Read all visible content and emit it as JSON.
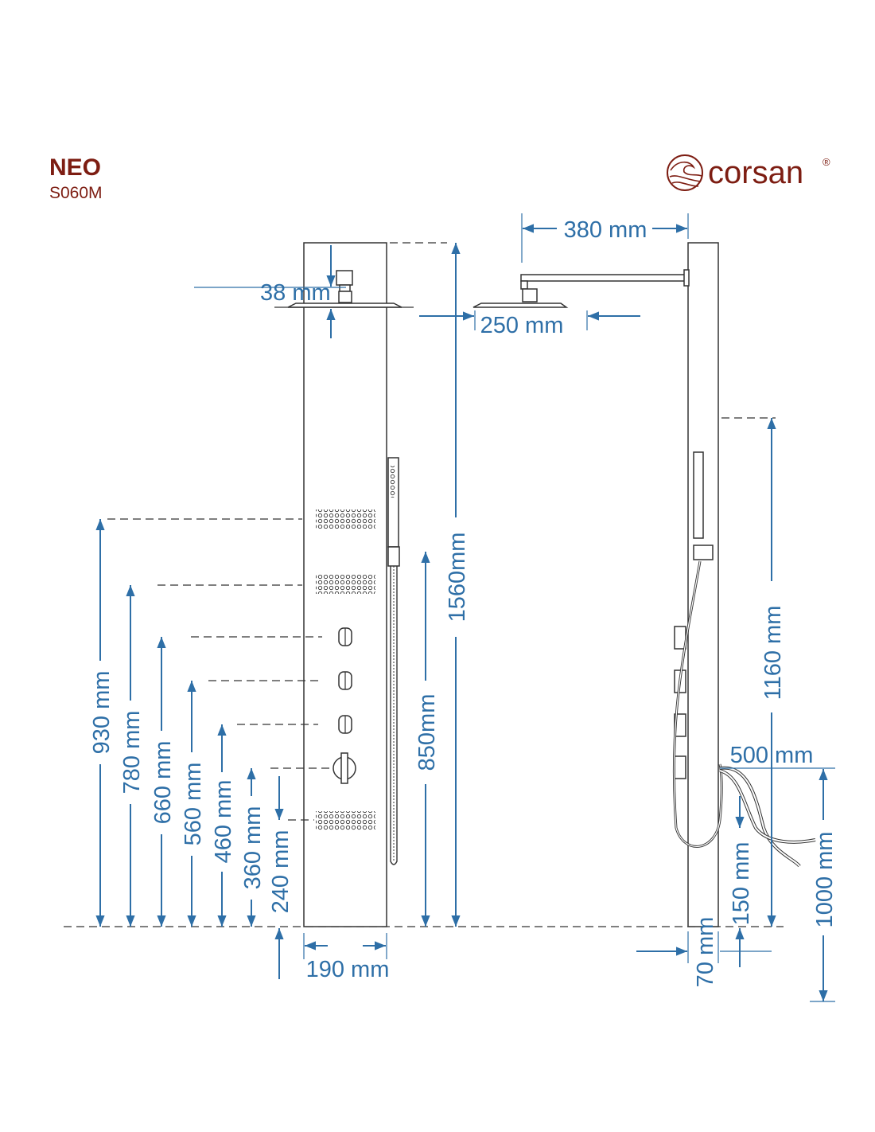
{
  "header": {
    "title": "NEO",
    "model": "S060M"
  },
  "logo": {
    "brand": "corsan",
    "registered": "®",
    "color": "#7d1d12"
  },
  "accent_color": "#2e6fa7",
  "dimensions": {
    "arm_length": "380 mm",
    "head_thickness": "38 mm",
    "head_width": "250 mm",
    "total_height": "1560mm",
    "hand_shower_holder": "850mm",
    "jets_top": "930 mm",
    "jets_middle": "780 mm",
    "knob_1": "660 mm",
    "knob_2": "560 mm",
    "knob_3": "460 mm",
    "main_knob": "360 mm",
    "jets_bottom": "240 mm",
    "panel_width": "190 mm",
    "side_height": "1160 mm",
    "inlet_depth": "500 mm",
    "inlet_height": "150 mm",
    "hose_length": "1000 mm",
    "panel_depth": "70 mm"
  }
}
